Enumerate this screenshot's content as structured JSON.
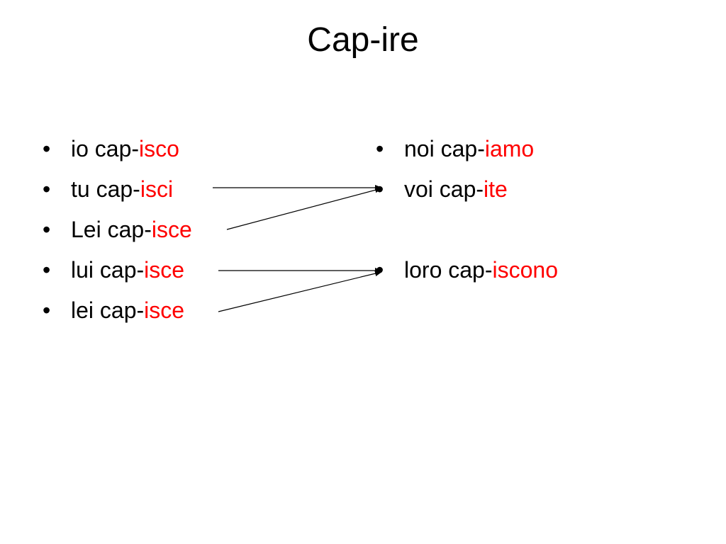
{
  "title": "Cap-ire",
  "colors": {
    "ending": "#ff0000",
    "text": "#000000"
  },
  "bullet_glyph": "•",
  "left_column": [
    {
      "stem": "io cap-",
      "ending": "isco"
    },
    {
      "stem": "tu cap-",
      "ending": "isci"
    },
    {
      "stem": "Lei cap-",
      "ending": "isce"
    },
    {
      "stem": "lui cap-",
      "ending": "isce"
    },
    {
      "stem": "lei cap-",
      "ending": "isce"
    }
  ],
  "right_column": [
    {
      "stem": "noi cap-",
      "ending": "iamo"
    },
    {
      "stem": "voi cap-",
      "ending": "ite"
    },
    {
      "stem": "loro cap-",
      "ending": "iscono"
    }
  ]
}
